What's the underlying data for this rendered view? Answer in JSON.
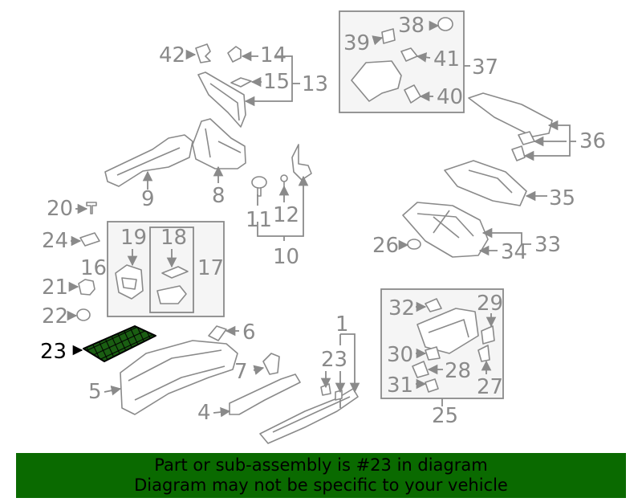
{
  "diagram": {
    "highlight_color": "#1a5e12",
    "callouts": {
      "c1": "1",
      "c4": "4",
      "c5": "5",
      "c6": "6",
      "c7": "7",
      "c8": "8",
      "c9": "9",
      "c10": "10",
      "c11": "11",
      "c12": "12",
      "c13": "13",
      "c14": "14",
      "c15": "15",
      "c16": "16",
      "c17": "17",
      "c18": "18",
      "c19": "19",
      "c20": "20",
      "c21": "21",
      "c22": "22",
      "c23": "23",
      "c23b": "23",
      "c24": "24",
      "c25": "25",
      "c26": "26",
      "c27": "27",
      "c28": "28",
      "c29": "29",
      "c30": "30",
      "c31": "31",
      "c32": "32",
      "c33": "33",
      "c34": "34",
      "c35": "35",
      "c36": "36",
      "c37": "37",
      "c38": "38",
      "c39": "39",
      "c40": "40",
      "c41": "41",
      "c42": "42"
    }
  },
  "banner": {
    "line1": "Part or sub-assembly is #23 in diagram",
    "line2": "Diagram may not be specific to your vehicle",
    "background": "#0a6a00"
  }
}
